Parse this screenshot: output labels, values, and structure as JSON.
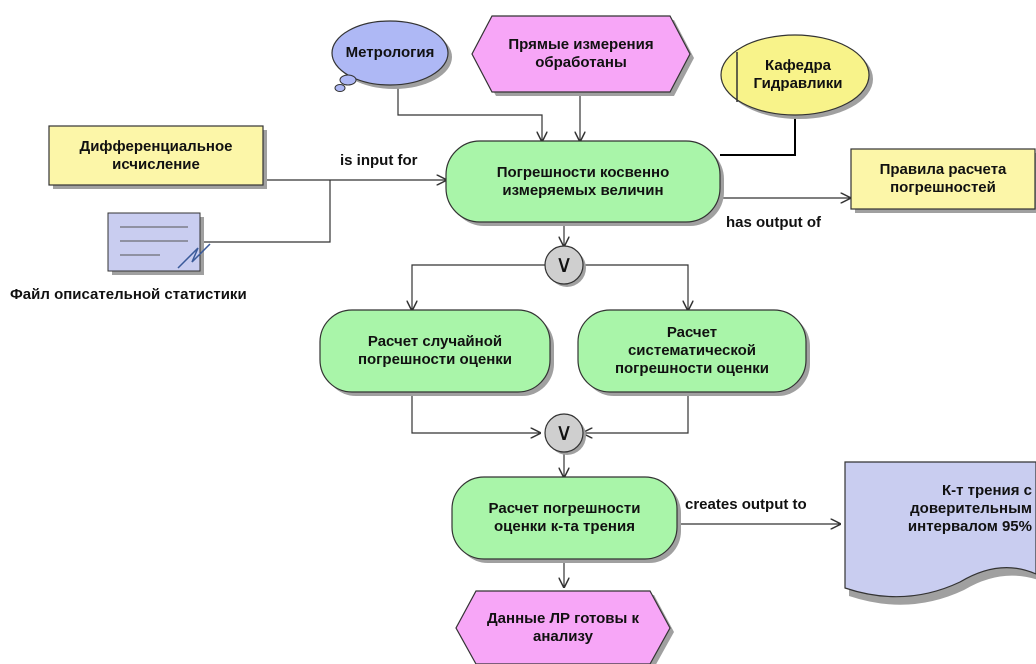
{
  "colors": {
    "function_fill": "#a9f5a9",
    "event_fill": "#f7a6f7",
    "info_fill": "#fcf6a8",
    "org_fill": "#f8f38a",
    "doc_fill": "#c9cdf0",
    "connector_fill": "#cfcfcf",
    "line": "#333333",
    "shadow": "#a0a0a0"
  },
  "nodes": {
    "metrology": "Метрология",
    "direct_measurements": "Прямые измерения\nобработаны",
    "department": "Кафедра\nГидравлики",
    "differential_calculus": "Дифференциальное\nисчисление",
    "indirect_errors": "Погрешности косвенно\nизмеряемых величин",
    "error_rules": "Правила расчета\nпогрешностей",
    "statistics_file": "Файл описательной статистики",
    "random_error": "Расчет случайной\nпогрешности оценки",
    "systematic_error": "Расчет\nсистематической\nпогрешности оценки",
    "friction_error": "Расчет погрешности\nоценки к-та трения",
    "friction_coefficient": "К-т трения с\nдоверительным\nинтервалом 95%",
    "data_ready": "Данные ЛР готовы к\nанализу"
  },
  "connectors": {
    "split": "∨",
    "join": "∨"
  },
  "edge_labels": {
    "is_input_for": "is input for",
    "has_output_of": "has output of",
    "creates_output_to": "creates output to"
  }
}
